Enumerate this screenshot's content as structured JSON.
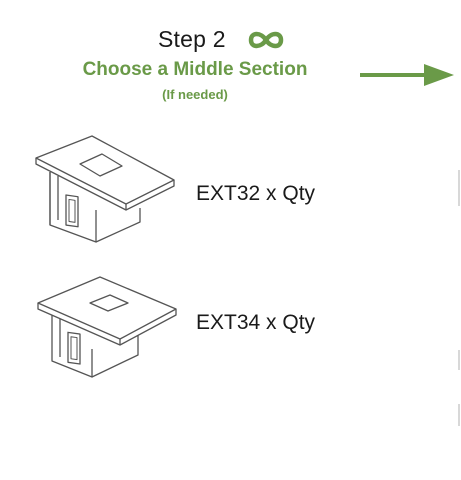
{
  "header": {
    "step_title": "Step 2",
    "heading": "Choose a Middle Section",
    "subheading": "(If needed)"
  },
  "icons": {
    "step_symbol": "infinity-icon",
    "next_indicator": "arrow-right-icon"
  },
  "products": [
    {
      "label": "EXT32 x Qty",
      "illustration": "middle-section-box-icon"
    },
    {
      "label": "EXT34 x Qty",
      "illustration": "middle-section-box-icon"
    }
  ],
  "colors": {
    "accent_green": "#6a9a48",
    "text": "#1a1a1a",
    "line_art": "#555555"
  }
}
